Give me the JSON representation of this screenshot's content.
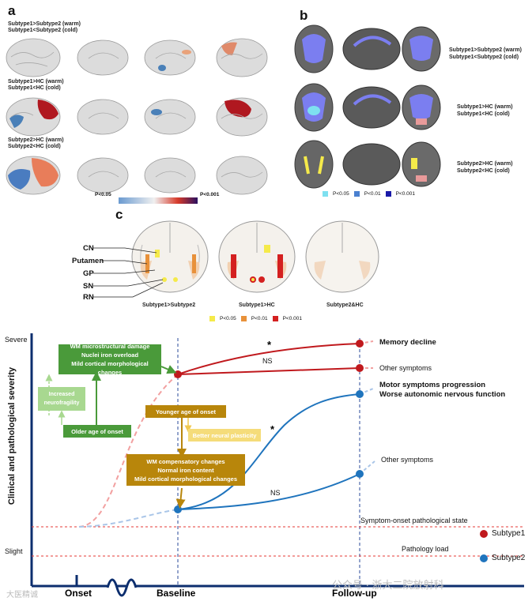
{
  "panel_a": {
    "letter": "a",
    "legend_low": "P<0.05",
    "legend_high": "P<0.001",
    "rows": [
      {
        "line1": "Subtype1>Subtype2 (warm)",
        "line2": "Subtype1<Subtype2 (cold)"
      },
      {
        "line1": "Subtype1>HC (warm)",
        "line2": "Subtype1<HC (cold)"
      },
      {
        "line1": "Subtype2>HC (warm)",
        "line2": "Subtype2<HC (cold)"
      }
    ],
    "colors": {
      "warm": "#c62828",
      "cold": "#4a80b8",
      "brain": "#d9d9d9"
    }
  },
  "panel_b": {
    "letter": "b",
    "rows": [
      {
        "line1": "Subtype1>Subtype2 (warm)",
        "line2": "Subtype1<Subtype2 (cold)"
      },
      {
        "line1": "Subtype1>HC (warm)",
        "line2": "Subtype1<HC (cold)"
      },
      {
        "line1": "Subtype2>HC (warm)",
        "line2": "Subtype2<HC (cold)"
      }
    ],
    "legend": [
      {
        "label": "P<0.05",
        "color": "#7ee0f0"
      },
      {
        "label": "P<0.01",
        "color": "#4a80d0"
      },
      {
        "label": "P<0.001",
        "color": "#1a1aa8"
      }
    ]
  },
  "panel_c": {
    "letter": "c",
    "structures": [
      "CN",
      "Putamen",
      "GP",
      "SN",
      "RN"
    ],
    "captions": [
      "Subtype1>Subtype2",
      "Subtype1>HC",
      "Subtype2&HC"
    ],
    "legend": [
      {
        "label": "P<0.05",
        "color": "#f5ea4a"
      },
      {
        "label": "P<0.01",
        "color": "#e8913a"
      },
      {
        "label": "P<0.001",
        "color": "#d42020"
      }
    ]
  },
  "panel_d": {
    "y_axis_label": "Clinical and pathological severity",
    "y_top": "Severe",
    "y_bottom": "Slight",
    "x_labels": {
      "onset": "Onset",
      "baseline": "Baseline",
      "followup": "Follow-up"
    },
    "boxes": {
      "green_main": [
        "WM microstructural damage",
        "Nuclei iron overload",
        "Mild cortical morphological changes"
      ],
      "light_green": [
        "Increased",
        "neurofragility"
      ],
      "green_older": "Older age of onset",
      "gold_younger": "Younger age of onset",
      "yellow_plasticity": "Better neural plasticity",
      "gold_main": [
        "WM compensatory changes",
        "Normal iron content",
        "Mild cortical morphological changes"
      ]
    },
    "annotations": {
      "memory": "Memory decline",
      "other1": "Other symptoms",
      "motor": "Motor symptoms progression",
      "autonomic": "Worse autonomic nervous function",
      "other2": "Other symptoms",
      "onset_state": "Symptom-onset pathological state",
      "pathology_load": "Pathology load",
      "ns": "NS",
      "star": "*"
    },
    "legend": [
      {
        "label": "Subtype1",
        "color": "#c0191d"
      },
      {
        "label": "Subtype2",
        "color": "#1f74bd"
      }
    ],
    "colors": {
      "axis": "#0c2e6e",
      "green": "#4a9a3a",
      "light_green": "#a8d890",
      "gold": "#b8860b",
      "yellow": "#f5dc7a",
      "red_dash": "#e53935"
    }
  },
  "watermark": {
    "left": "大医精诚",
    "right": "公众号 · 浙大二院放射科"
  }
}
